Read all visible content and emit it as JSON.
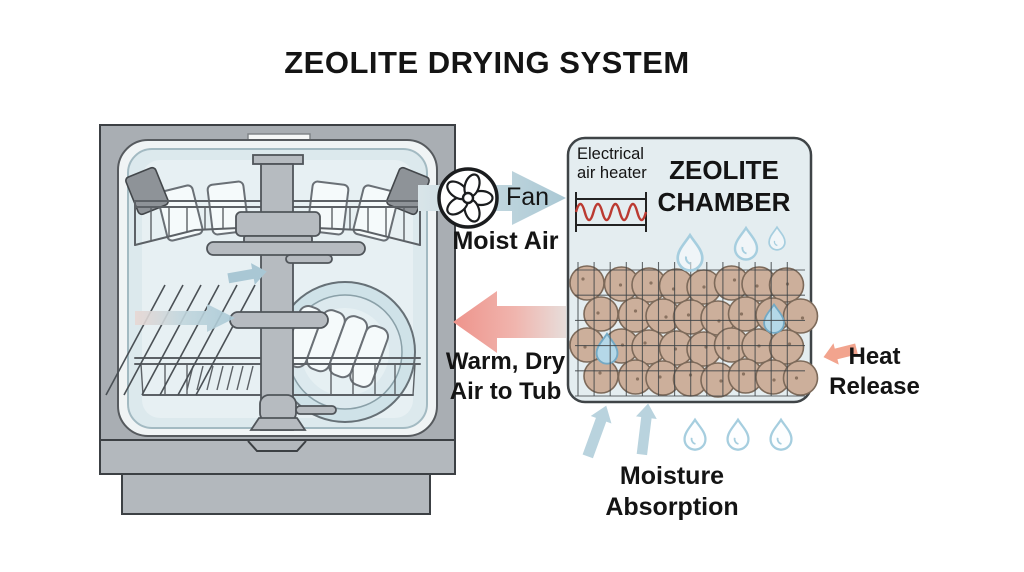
{
  "title": "ZEOLITE DRYING SYSTEM",
  "diagram": {
    "fan_label": "Fan",
    "moist_air_label": "Moist Air",
    "warm_dry_label": "Warm, Dry\nAir to Tub",
    "heat_release_label": "Heat\nRelease",
    "moisture_absorption_label": "Moisture\nAbsorption",
    "chamber": {
      "heater_label": "Electrical\nair heater",
      "title": "ZEOLITE\nCHAMBER"
    }
  },
  "colors": {
    "cabinet": "#a9aeb3",
    "cabinet2": "#b3b8bd",
    "cabinet-border": "#3c4044",
    "tub-band": "#f0f4f5",
    "tub-bg": "#dce9ed",
    "tub-inner": "#e7f0f3",
    "metal": "#b6bbc0",
    "metal-border": "#50555a",
    "wire": "#5c6166",
    "dark-item": "#8e9398",
    "chamber-bg": "#e4edf0",
    "chamber-border": "#3f4447",
    "ball-fill": "#ccaf9b",
    "ball-stroke": "#7d6a5a",
    "ball-speck": "#8a7260",
    "heater-red": "#bb3a31",
    "drop-stroke": "#a6cedf",
    "drop-fill-blue": "#b5d8e8",
    "drop-stroke-blue": "#74a9c4",
    "moist-up": "#b9d3de",
    "heat-arrow": "#f2a48e",
    "mid-arrow": "#a9c7d4",
    "moist-arrow-light": "#d9e5e9",
    "moist-arrow-dark": "#aac8d4",
    "warm-arrow-strong": "#ee938b",
    "warm-arrow-fade": "#e7ddda"
  }
}
